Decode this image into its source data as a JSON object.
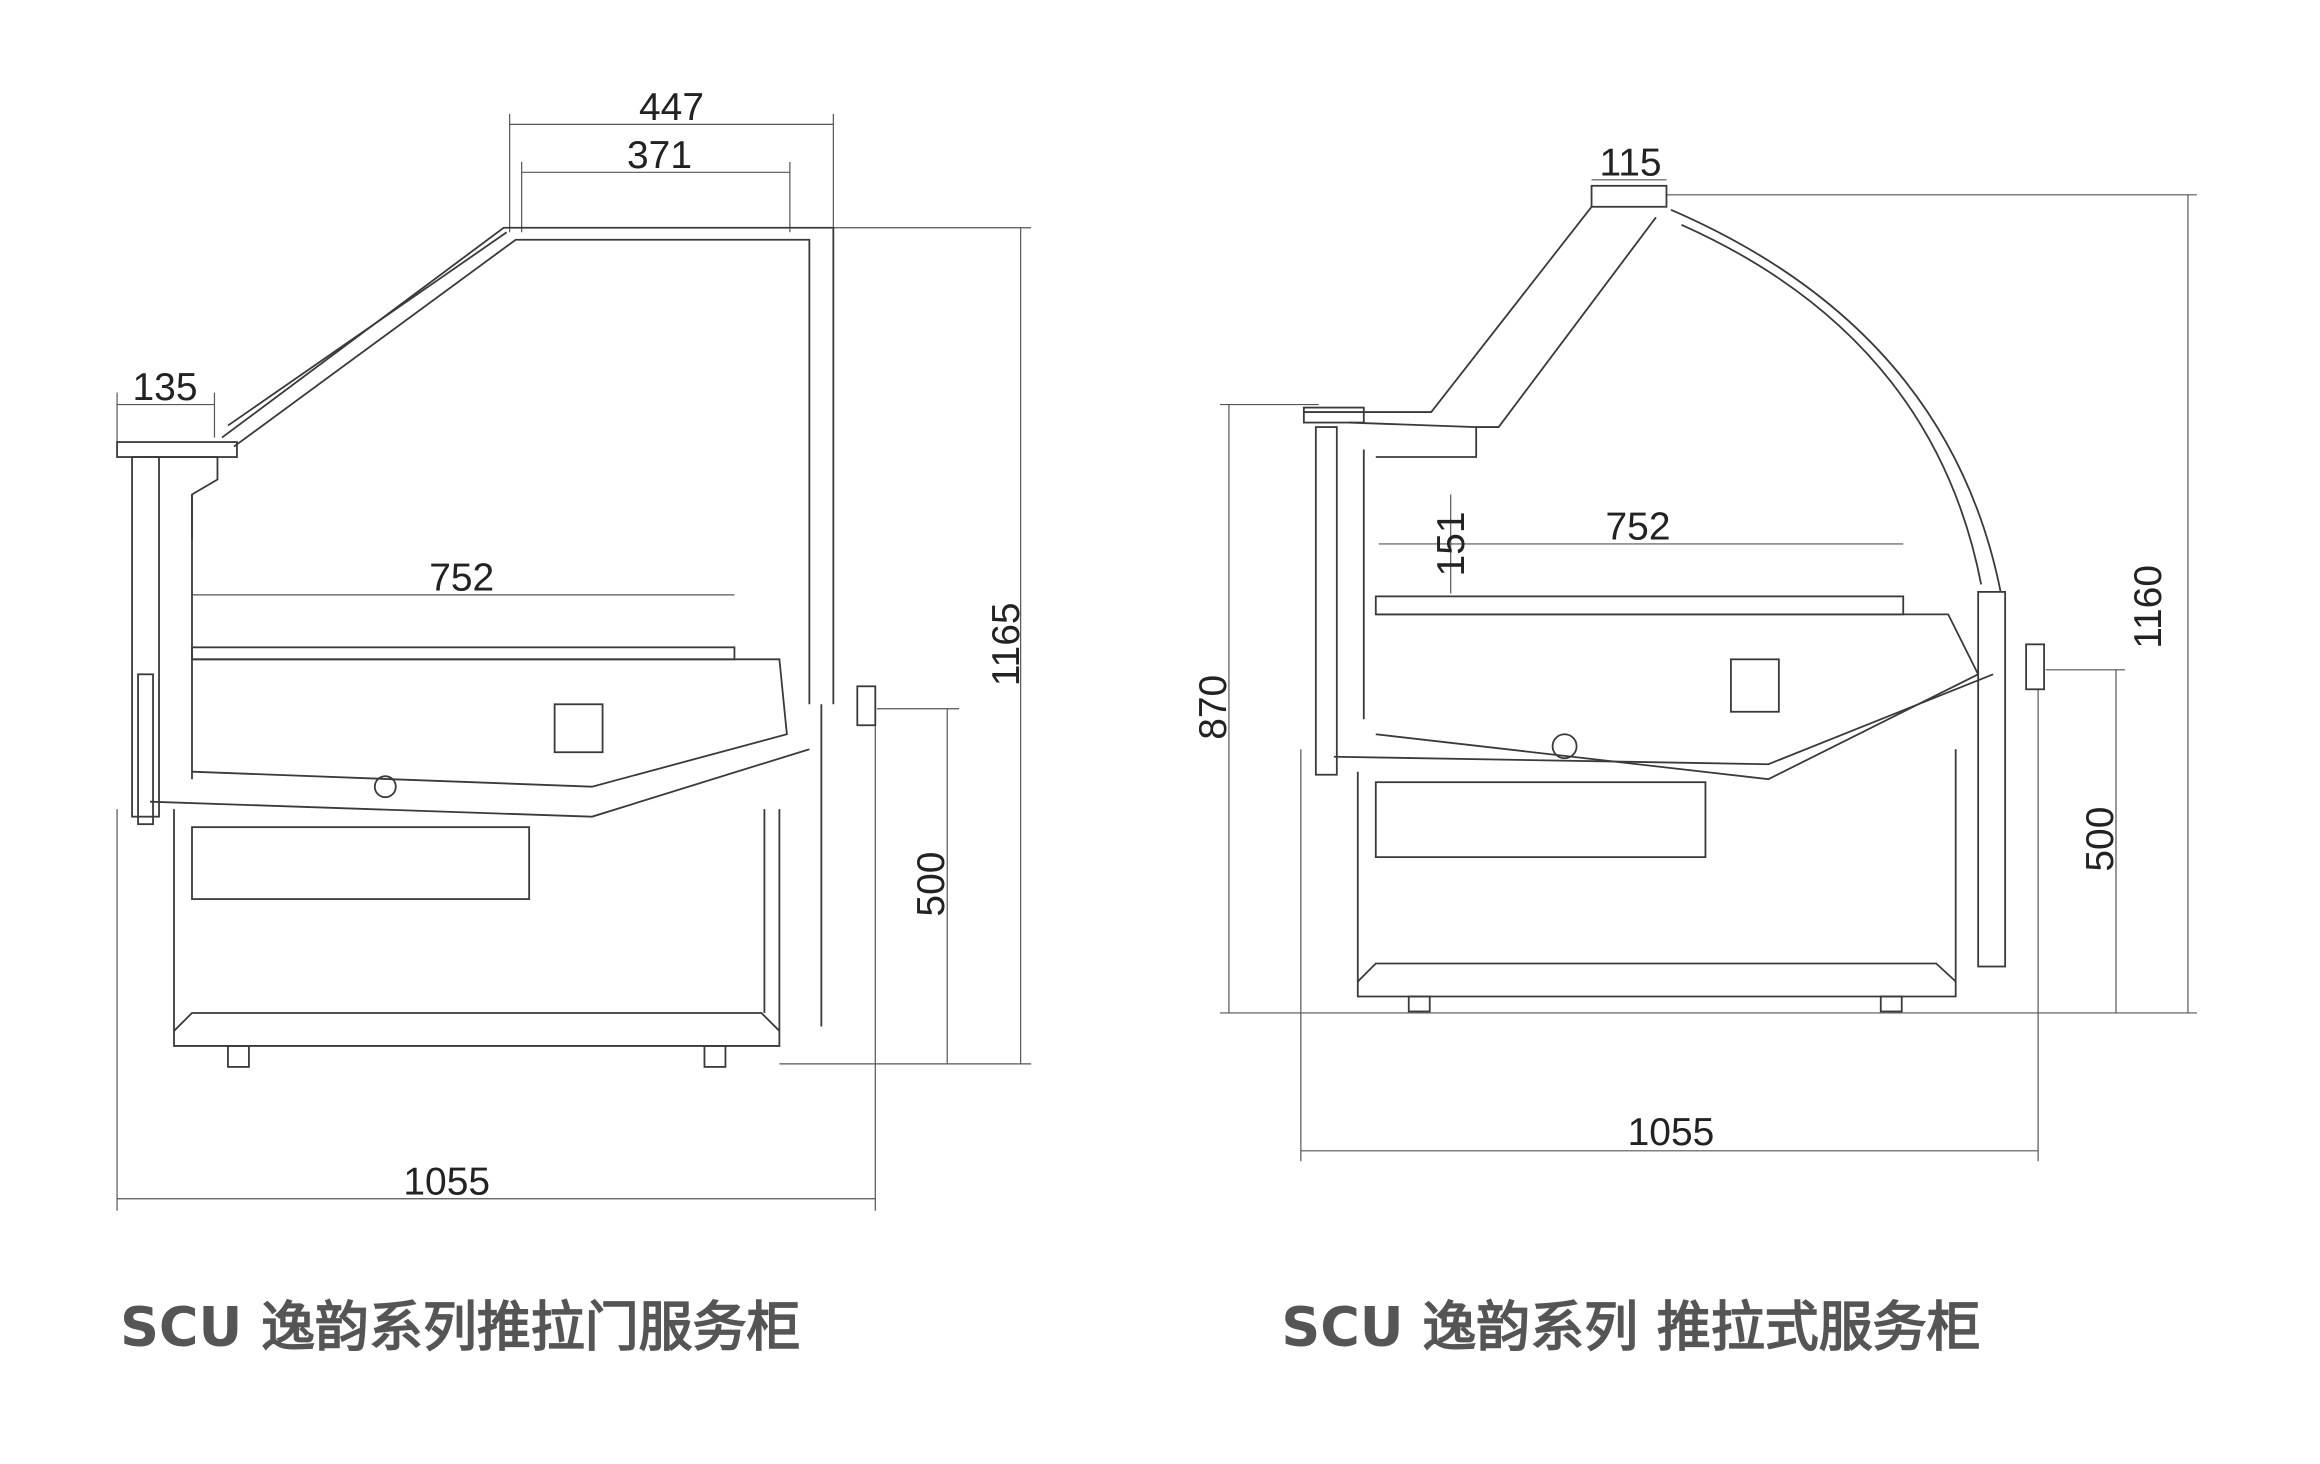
{
  "left": {
    "title": "SCU 逸韵系列推拉门服务柜",
    "dims": {
      "top_outer": "447",
      "top_inner": "371",
      "front_ledge": "135",
      "shelf": "752",
      "height": "1165",
      "counter": "500",
      "depth": "1055"
    }
  },
  "right": {
    "title": "SCU 逸韵系列 推拉式服务柜",
    "dims": {
      "top": "115",
      "shelf": "752",
      "shelf_gap": "151",
      "height": "1160",
      "front_height": "870",
      "counter": "500",
      "depth": "1055"
    }
  }
}
